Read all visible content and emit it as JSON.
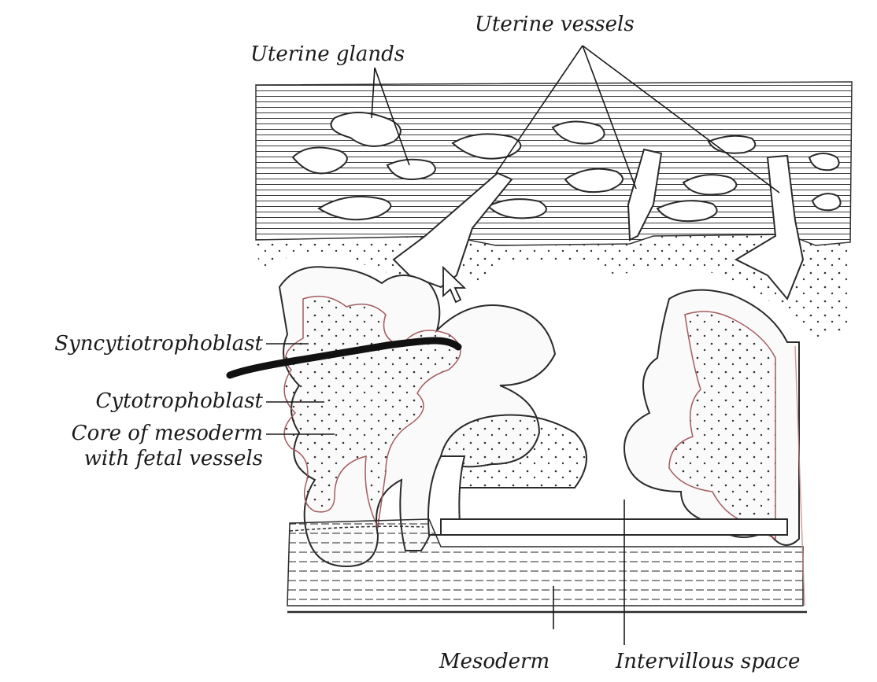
{
  "labels": {
    "uterine_vessels": "Uterine vessels",
    "uterine_glands": "Uterine glands",
    "syncytiotrophoblast": "Syncytiotrophoblast",
    "cytotrophoblast": "Cytotrophoblast",
    "core_mesoderm_line1": "Core of mesoderm",
    "core_mesoderm_line2": "with fetal vessels",
    "mesoderm": "Mesoderm",
    "intervillous_space": "Intervillous space"
  },
  "colors": {
    "ink": "#1a1a1a",
    "fetal_vessel": "#c9878a",
    "background": "#ffffff",
    "annotation_stroke": "#111111"
  },
  "icons": {
    "cursor": "mouse-pointer-icon"
  }
}
